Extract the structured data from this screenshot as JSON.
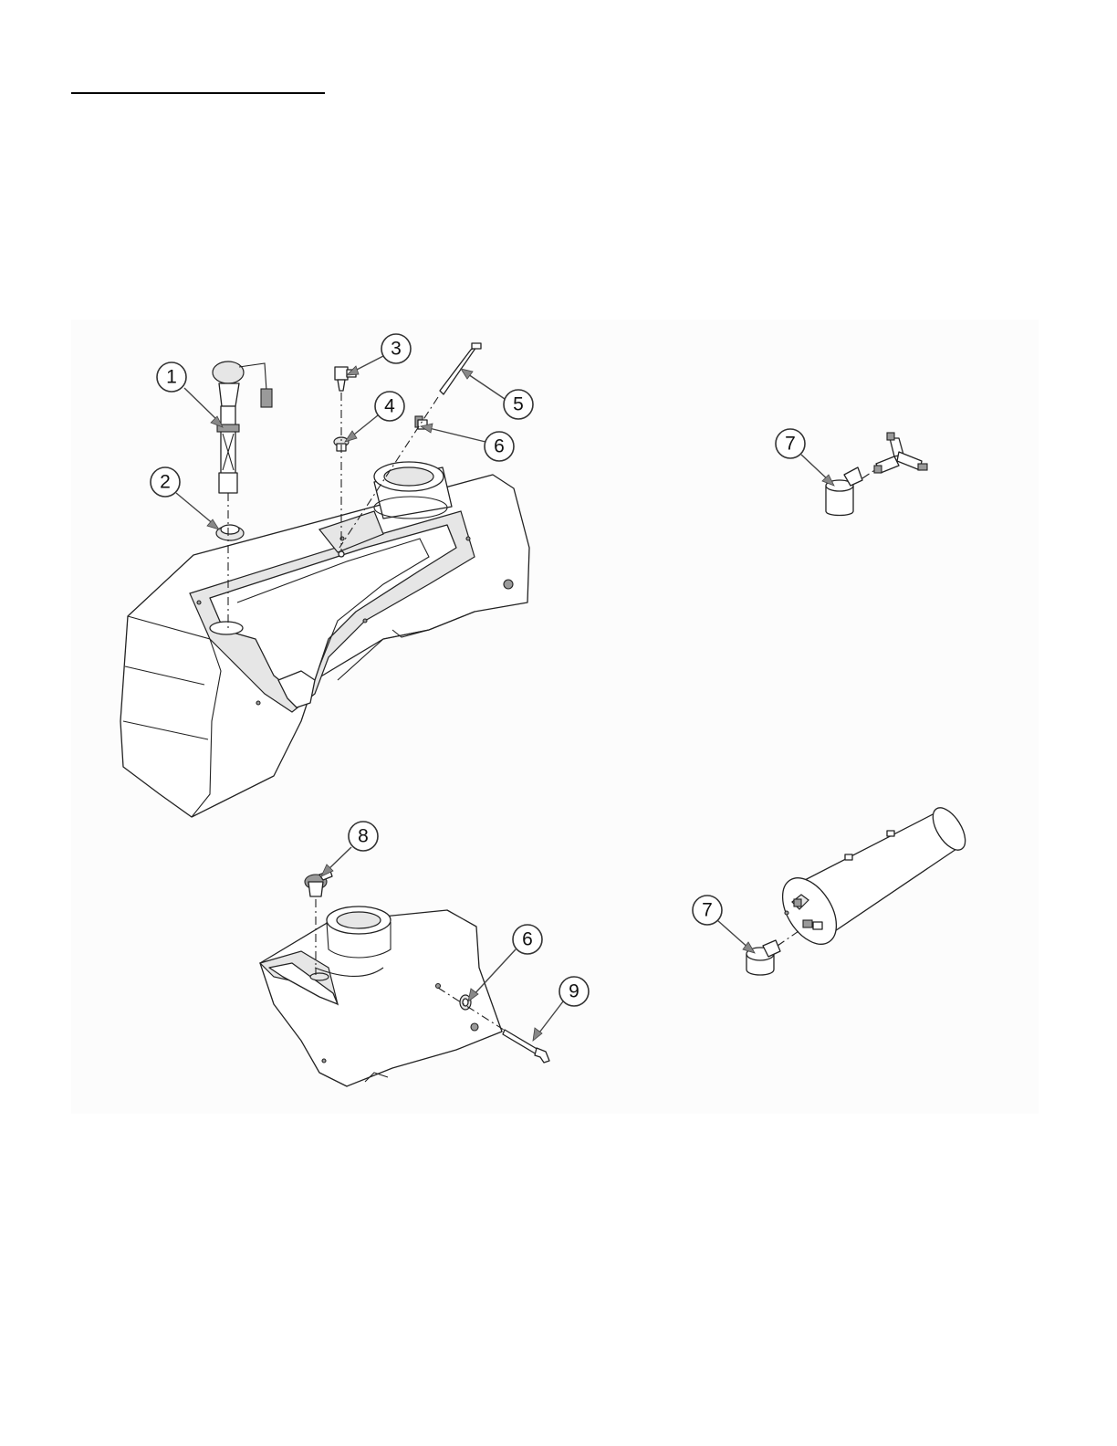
{
  "page": {
    "title_underline": true,
    "title_text": ""
  },
  "callouts": [
    {
      "id": "callout-1",
      "label": "1"
    },
    {
      "id": "callout-2",
      "label": "2"
    },
    {
      "id": "callout-3",
      "label": "3"
    },
    {
      "id": "callout-4",
      "label": "4"
    },
    {
      "id": "callout-5",
      "label": "5"
    },
    {
      "id": "callout-6-top",
      "label": "6"
    },
    {
      "id": "callout-7-top",
      "label": "7"
    },
    {
      "id": "callout-8",
      "label": "8"
    },
    {
      "id": "callout-6-bottom",
      "label": "6"
    },
    {
      "id": "callout-9",
      "label": "9"
    },
    {
      "id": "callout-7-bottom",
      "label": "7"
    }
  ]
}
